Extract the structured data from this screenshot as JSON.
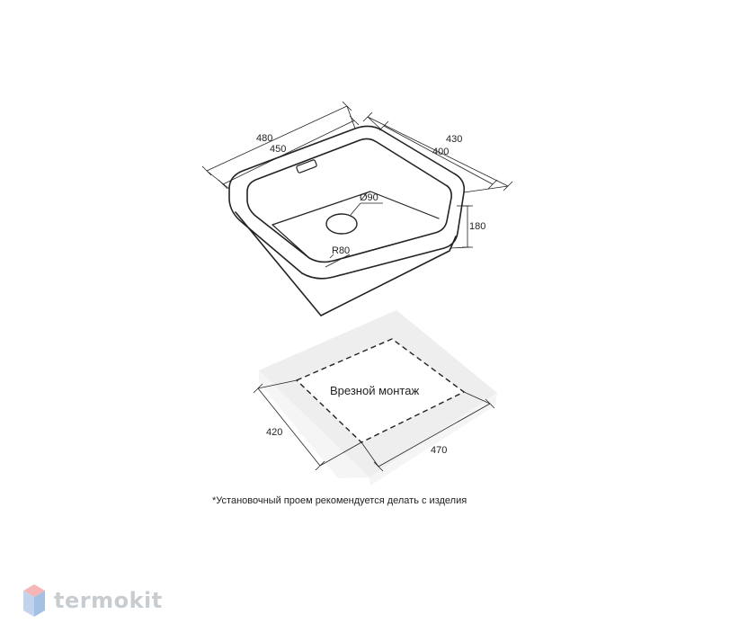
{
  "diagram": {
    "sink_dimensions": {
      "outer_length": "480",
      "inner_length": "450",
      "outer_width": "430",
      "inner_width": "400",
      "depth": "180",
      "drain_diameter": "Ø90",
      "corner_radius": "R80"
    },
    "cutout": {
      "label": "Врезной монтаж",
      "width": "420",
      "length": "470"
    },
    "footnote": "*Установочный проем рекомендуется делать с изделия"
  },
  "brand": {
    "name": "termokit",
    "colors": {
      "logo_top": "#f07c7c",
      "logo_left": "#8fb2dd",
      "logo_right": "#5b8fcf",
      "text": "#9aa3ad"
    }
  },
  "colors": {
    "line": "#222222",
    "slab": "#eeeeee"
  }
}
